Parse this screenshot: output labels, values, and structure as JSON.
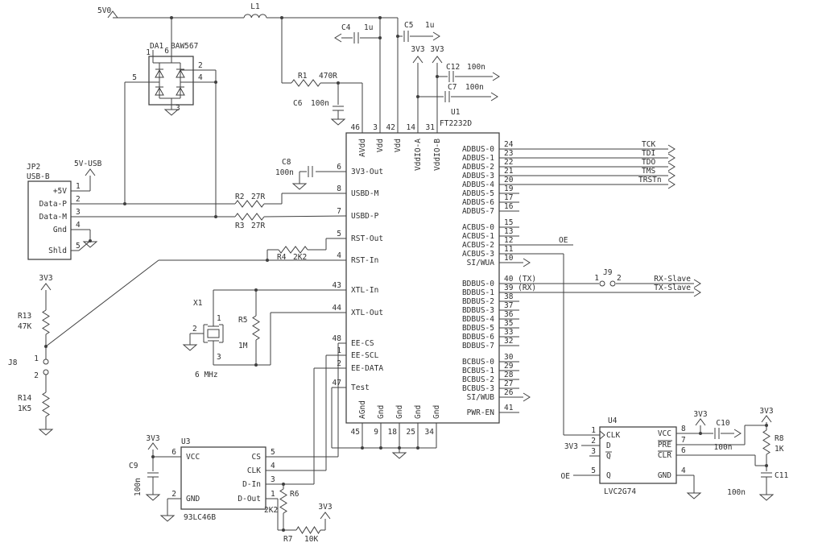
{
  "nets": {
    "v5": "5V0",
    "v33": "3V3",
    "v5usb": "5V-USB"
  },
  "signals": {
    "tck": "TCK",
    "tdi": "TDI",
    "tdo": "TDO",
    "tms": "TMS",
    "trstn": "TRSTn",
    "oe": "OE",
    "rx_slave": "RX-Slave",
    "tx_slave": "TX-Slave"
  },
  "l1": {
    "ref": "L1"
  },
  "da1": {
    "ref": "DA1",
    "part": "BAW567",
    "pins": {
      "p1": "1",
      "p2": "2",
      "p3": "3",
      "p4": "4",
      "p5": "5",
      "p6": "6"
    }
  },
  "jp2": {
    "ref": "JP2",
    "part": "USB-B",
    "pins": [
      {
        "name": "+5V",
        "num": "1"
      },
      {
        "name": "Data-P",
        "num": "2"
      },
      {
        "name": "Data-M",
        "num": "3"
      },
      {
        "name": "Gnd",
        "num": "4"
      },
      {
        "name": "Shld",
        "num": "5"
      }
    ]
  },
  "x1": {
    "ref": "X1",
    "value": "6 MHz",
    "pins": {
      "p1": "1",
      "p2": "2",
      "p3": "3"
    }
  },
  "j8": {
    "ref": "J8",
    "pin1": "1",
    "pin2": "2"
  },
  "j9": {
    "ref": "J9",
    "pin1": "1",
    "pin2": "2"
  },
  "u1": {
    "ref": "U1",
    "part": "FT2232D",
    "top_pins": [
      {
        "name": "AVdd",
        "num": "46"
      },
      {
        "name": "Vdd",
        "num": "3"
      },
      {
        "name": "Vdd",
        "num": "42"
      },
      {
        "name": "VddIO-A",
        "num": "14"
      },
      {
        "name": "VddIO-B",
        "num": "31"
      }
    ],
    "left_pins": [
      {
        "name": "3V3-Out",
        "num": "6"
      },
      {
        "name": "USBD-M",
        "num": "8"
      },
      {
        "name": "USBD-P",
        "num": "7"
      },
      {
        "name": "RST-Out",
        "num": "5"
      },
      {
        "name": "RST-In",
        "num": "4"
      },
      {
        "name": "XTL-In",
        "num": "43"
      },
      {
        "name": "XTL-Out",
        "num": "44"
      },
      {
        "name": "EE-CS",
        "num": "48"
      },
      {
        "name": "EE-SCL",
        "num": "1"
      },
      {
        "name": "EE-DATA",
        "num": "2"
      },
      {
        "name": "Test",
        "num": "47"
      }
    ],
    "bottom_pins": [
      {
        "name": "AGnd",
        "num": "45"
      },
      {
        "name": "Gnd",
        "num": "9"
      },
      {
        "name": "Gnd",
        "num": "18"
      },
      {
        "name": "Gnd",
        "num": "25"
      },
      {
        "name": "Gnd",
        "num": "34"
      }
    ],
    "right_pins": [
      {
        "name": "ADBUS-0",
        "num": "24"
      },
      {
        "name": "ADBUS-1",
        "num": "23"
      },
      {
        "name": "ADBUS-2",
        "num": "22"
      },
      {
        "name": "ADBUS-3",
        "num": "21"
      },
      {
        "name": "ADBUS-4",
        "num": "20"
      },
      {
        "name": "ADBUS-5",
        "num": "19"
      },
      {
        "name": "ADBUS-6",
        "num": "17"
      },
      {
        "name": "ADBUS-7",
        "num": "16"
      },
      {
        "name": "ACBUS-0",
        "num": "15"
      },
      {
        "name": "ACBUS-1",
        "num": "13"
      },
      {
        "name": "ACBUS-2",
        "num": "12"
      },
      {
        "name": "ACBUS-3",
        "num": "11"
      },
      {
        "name": "SI/WUA",
        "num": "10"
      },
      {
        "name": "BDBUS-0",
        "num": "40",
        "note": "(TX)"
      },
      {
        "name": "BDBUS-1",
        "num": "39",
        "note": "(RX)"
      },
      {
        "name": "BDBUS-2",
        "num": "38"
      },
      {
        "name": "BDBUS-3",
        "num": "37"
      },
      {
        "name": "BDBUS-4",
        "num": "36"
      },
      {
        "name": "BDBUS-5",
        "num": "35"
      },
      {
        "name": "BDBUS-6",
        "num": "33"
      },
      {
        "name": "BDBUS-7",
        "num": "32"
      },
      {
        "name": "BCBUS-0",
        "num": "30"
      },
      {
        "name": "BCBUS-1",
        "num": "29"
      },
      {
        "name": "BCBUS-2",
        "num": "28"
      },
      {
        "name": "BCBUS-3",
        "num": "27"
      },
      {
        "name": "SI/WUB",
        "num": "26"
      },
      {
        "name": "PWR-EN",
        "num": "41"
      }
    ]
  },
  "u3": {
    "ref": "U3",
    "part": "93LC46B",
    "left_pins": [
      {
        "name": "VCC",
        "num": "6"
      },
      {
        "name": "GND",
        "num": "2"
      }
    ],
    "right_pins": [
      {
        "name": "CS",
        "num": "5"
      },
      {
        "name": "CLK",
        "num": "4"
      },
      {
        "name": "D-In",
        "num": "3"
      },
      {
        "name": "D-Out",
        "num": "1"
      }
    ]
  },
  "u4": {
    "ref": "U4",
    "part": "LVC2G74",
    "left_pins": [
      {
        "name": "CLK",
        "num": "1"
      },
      {
        "name": "D",
        "num": "2"
      },
      {
        "name": "Q",
        "num": "3"
      },
      {
        "name": "Q",
        "num": "5"
      }
    ],
    "right_pins": [
      {
        "name": "VCC",
        "num": "8"
      },
      {
        "name": "PRE",
        "num": "7"
      },
      {
        "name": "CLR",
        "num": "6"
      },
      {
        "name": "GND",
        "num": "4"
      }
    ]
  },
  "resistors": {
    "r1": {
      "ref": "R1",
      "value": "470R"
    },
    "r2": {
      "ref": "R2",
      "value": "27R"
    },
    "r3": {
      "ref": "R3",
      "value": "27R"
    },
    "r4": {
      "ref": "R4",
      "value": "2K2"
    },
    "r5": {
      "ref": "R5",
      "value": "1M"
    },
    "r6": {
      "ref": "R6",
      "value": "2K2"
    },
    "r7": {
      "ref": "R7",
      "value": "10K"
    },
    "r8": {
      "ref": "R8",
      "value": "1K"
    },
    "r13": {
      "ref": "R13",
      "value": "47K"
    },
    "r14": {
      "ref": "R14",
      "value": "1K5"
    }
  },
  "capacitors": {
    "c4": {
      "ref": "C4",
      "value": "1u"
    },
    "c5": {
      "ref": "C5",
      "value": "1u"
    },
    "c6": {
      "ref": "C6",
      "value": "100n"
    },
    "c7": {
      "ref": "C7",
      "value": "100n"
    },
    "c8": {
      "ref": "C8",
      "value": "100n"
    },
    "c9": {
      "ref": "C9",
      "value": "100n"
    },
    "c10": {
      "ref": "C10",
      "value": "100n"
    },
    "c11": {
      "ref": "C11",
      "value": "100n"
    },
    "c12": {
      "ref": "C12",
      "value": "100n"
    }
  }
}
